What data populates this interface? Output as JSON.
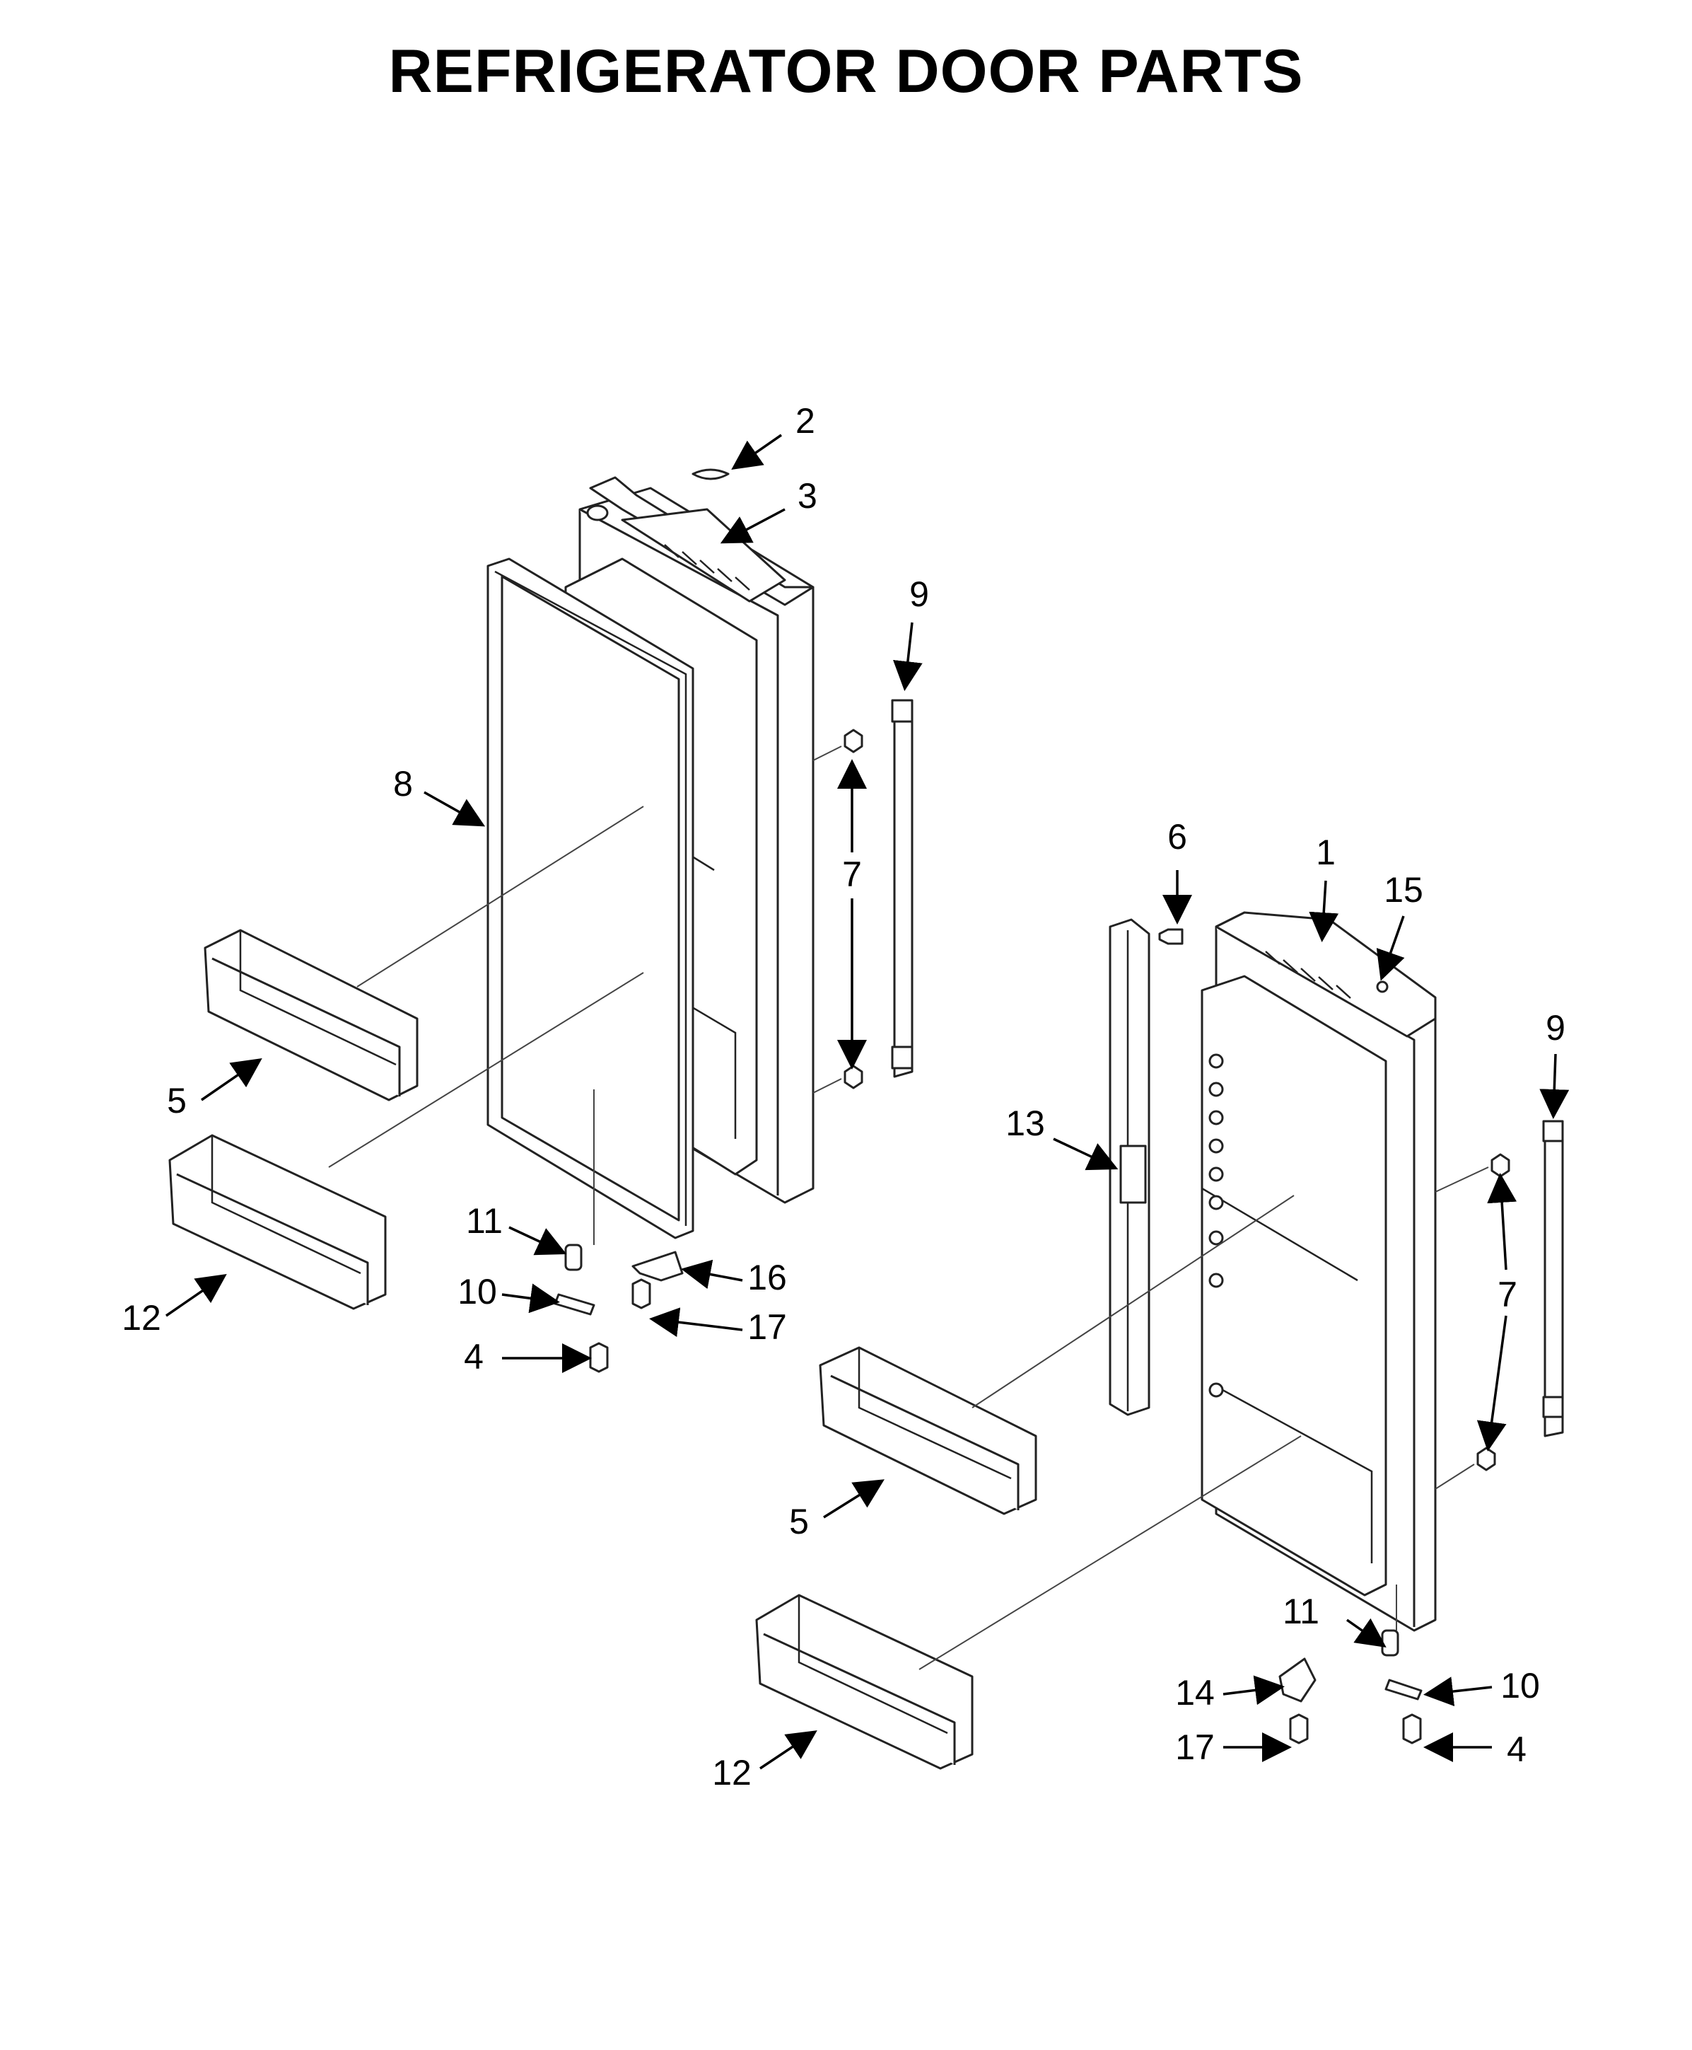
{
  "title": "REFRIGERATOR DOOR PARTS",
  "callouts": [
    {
      "id": "c-2",
      "label": "2"
    },
    {
      "id": "c-3",
      "label": "3"
    },
    {
      "id": "c-9a",
      "label": "9"
    },
    {
      "id": "c-8",
      "label": "8"
    },
    {
      "id": "c-7a",
      "label": "7"
    },
    {
      "id": "c-5a",
      "label": "5"
    },
    {
      "id": "c-12a",
      "label": "12"
    },
    {
      "id": "c-11a",
      "label": "11"
    },
    {
      "id": "c-10a",
      "label": "10"
    },
    {
      "id": "c-16",
      "label": "16"
    },
    {
      "id": "c-17a",
      "label": "17"
    },
    {
      "id": "c-4a",
      "label": "4"
    },
    {
      "id": "c-6",
      "label": "6"
    },
    {
      "id": "c-1",
      "label": "1"
    },
    {
      "id": "c-15",
      "label": "15"
    },
    {
      "id": "c-9b",
      "label": "9"
    },
    {
      "id": "c-13",
      "label": "13"
    },
    {
      "id": "c-7b",
      "label": "7"
    },
    {
      "id": "c-5b",
      "label": "5"
    },
    {
      "id": "c-12b",
      "label": "12"
    },
    {
      "id": "c-11b",
      "label": "11"
    },
    {
      "id": "c-10b",
      "label": "10"
    },
    {
      "id": "c-14",
      "label": "14"
    },
    {
      "id": "c-17b",
      "label": "17"
    },
    {
      "id": "c-4b",
      "label": "4"
    }
  ]
}
